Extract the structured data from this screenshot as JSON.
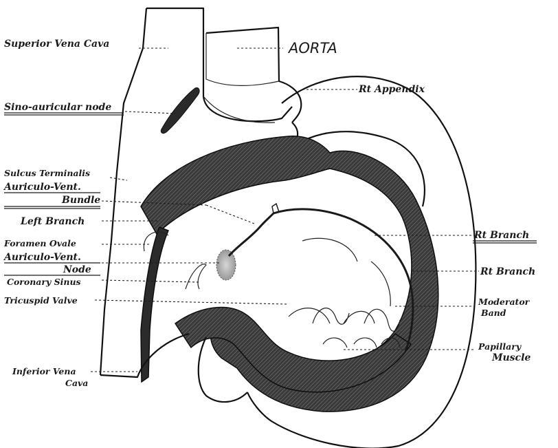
{
  "colors": {
    "ink": "#1a1a1a",
    "wall": "#2b2b2b",
    "background": "#ffffff",
    "node_fill": "#bdbdbd"
  },
  "labels": {
    "superior_vena_cava": "Superior Vena Cava",
    "aorta": "AORTA",
    "right_appendix": "Rt Appendix",
    "sino_auricular_node": "Sino-auricular node",
    "sulcus_terminalis": "Sulcus Terminalis",
    "auriculo_vent_bundle_line1": "Auriculo-Vent.",
    "auriculo_vent_bundle_line2": "Bundle",
    "left_branch": "Left Branch",
    "foramen_ovale": "Foramen Ovale",
    "auriculo_vent_node_line1": "Auriculo-Vent.",
    "auriculo_vent_node_line2": "Node",
    "coronary_sinus": "Coronary Sinus",
    "tricuspid_valve": "Tricuspid Valve",
    "inferior_vena_cava_line1": "Inferior Vena",
    "inferior_vena_cava_line2": "Cava",
    "right_branch_upper": "Rt Branch",
    "right_branch_lower": "Rt Branch",
    "moderator_band_line1": "Moderator",
    "moderator_band_line2": "Band",
    "papillary_muscle_line1": "Papillary",
    "papillary_muscle_line2": "Muscle"
  }
}
